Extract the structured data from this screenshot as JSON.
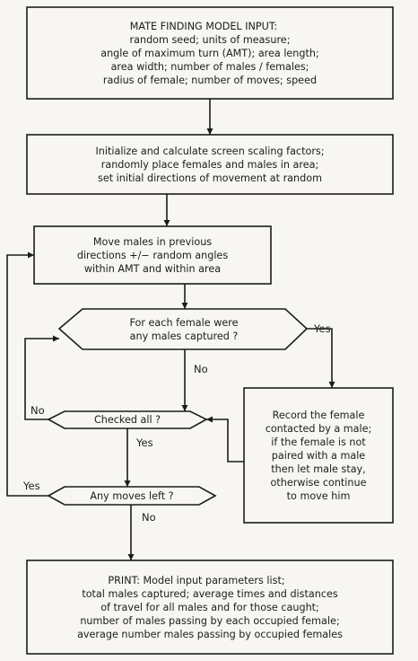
{
  "nodes": {
    "input": {
      "lines": [
        "MATE FINDING MODEL INPUT:",
        "random seed; units of measure;",
        "angle of maximum turn (AMT); area length;",
        "area width; number of males / females;",
        "radius of female; number of moves; speed"
      ]
    },
    "initialize": {
      "lines": [
        "Initialize and calculate screen scaling factors;",
        "randomly place females and males in area;",
        "set initial directions of movement at random"
      ]
    },
    "move": {
      "lines": [
        "Move males in previous",
        "directions +/− random angles",
        "within AMT and within area"
      ]
    },
    "for_each_female": {
      "lines": [
        "For each female were",
        "any males captured ?"
      ]
    },
    "record": {
      "lines": [
        "Record the female",
        "contacted by a male;",
        "if the female is not",
        "paired with a male",
        "then let male stay,",
        "otherwise continue",
        "to move him"
      ]
    },
    "checked_all": {
      "lines": [
        "Checked all ?"
      ]
    },
    "moves_left": {
      "lines": [
        "Any moves left ?"
      ]
    },
    "print": {
      "lines": [
        "PRINT: Model input parameters list;",
        "total males captured; average times and distances",
        "of travel for all males and for those caught;",
        "number of males passing by each occupied female;",
        "average number males passing by occupied females"
      ]
    }
  },
  "edge_labels": {
    "captured_yes": "Yes",
    "captured_no": "No",
    "checked_no": "No",
    "checked_yes": "Yes",
    "moves_yes": "Yes",
    "moves_no": "No"
  }
}
